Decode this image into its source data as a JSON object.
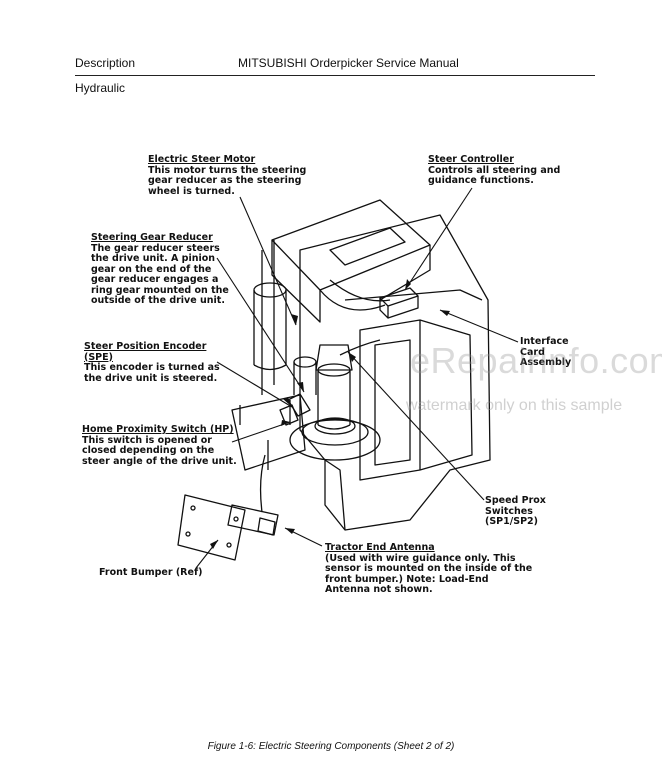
{
  "header": {
    "section": "Description",
    "manual_title": "MITSUBISHI Orderpicker Service Manual",
    "subsection": "Hydraulic"
  },
  "callouts": {
    "electric_steer_motor": {
      "title": "Electric Steer Motor",
      "desc": "This motor turns the steering gear reducer as the steering wheel is turned."
    },
    "steer_controller": {
      "title": "Steer Controller",
      "desc": "Controls all steering and guidance functions."
    },
    "steering_gear_reducer": {
      "title": "Steering Gear Reducer",
      "desc": "The gear reducer steers the drive unit. A pinion gear on the end of the gear reducer engages a ring gear mounted on the outside of the drive unit."
    },
    "interface_card": {
      "desc": "Interface Card Assembly"
    },
    "steer_position_encoder": {
      "title": "Steer Position Encoder (SPE)",
      "desc": "This encoder is turned as the drive unit is steered."
    },
    "home_proximity_switch": {
      "title": "Home Proximity Switch (HP)",
      "desc": "This switch is opened or closed depending on the steer angle of the drive unit."
    },
    "speed_prox": {
      "desc": "Speed Prox Switches (SP1/SP2)"
    },
    "tractor_end_antenna": {
      "title": "Tractor End Antenna",
      "desc": "(Used with wire guidance only. This sensor is mounted on the inside of the front bumper.) Note: Load-End Antenna not shown."
    },
    "front_bumper": {
      "desc": "Front Bumper (Ref)"
    }
  },
  "watermark": {
    "brand": "eRepairinfo.com",
    "notice": "watermark only on this sample"
  },
  "caption": "Figure 1-6: Electric Steering Components (Sheet 2 of 2)"
}
